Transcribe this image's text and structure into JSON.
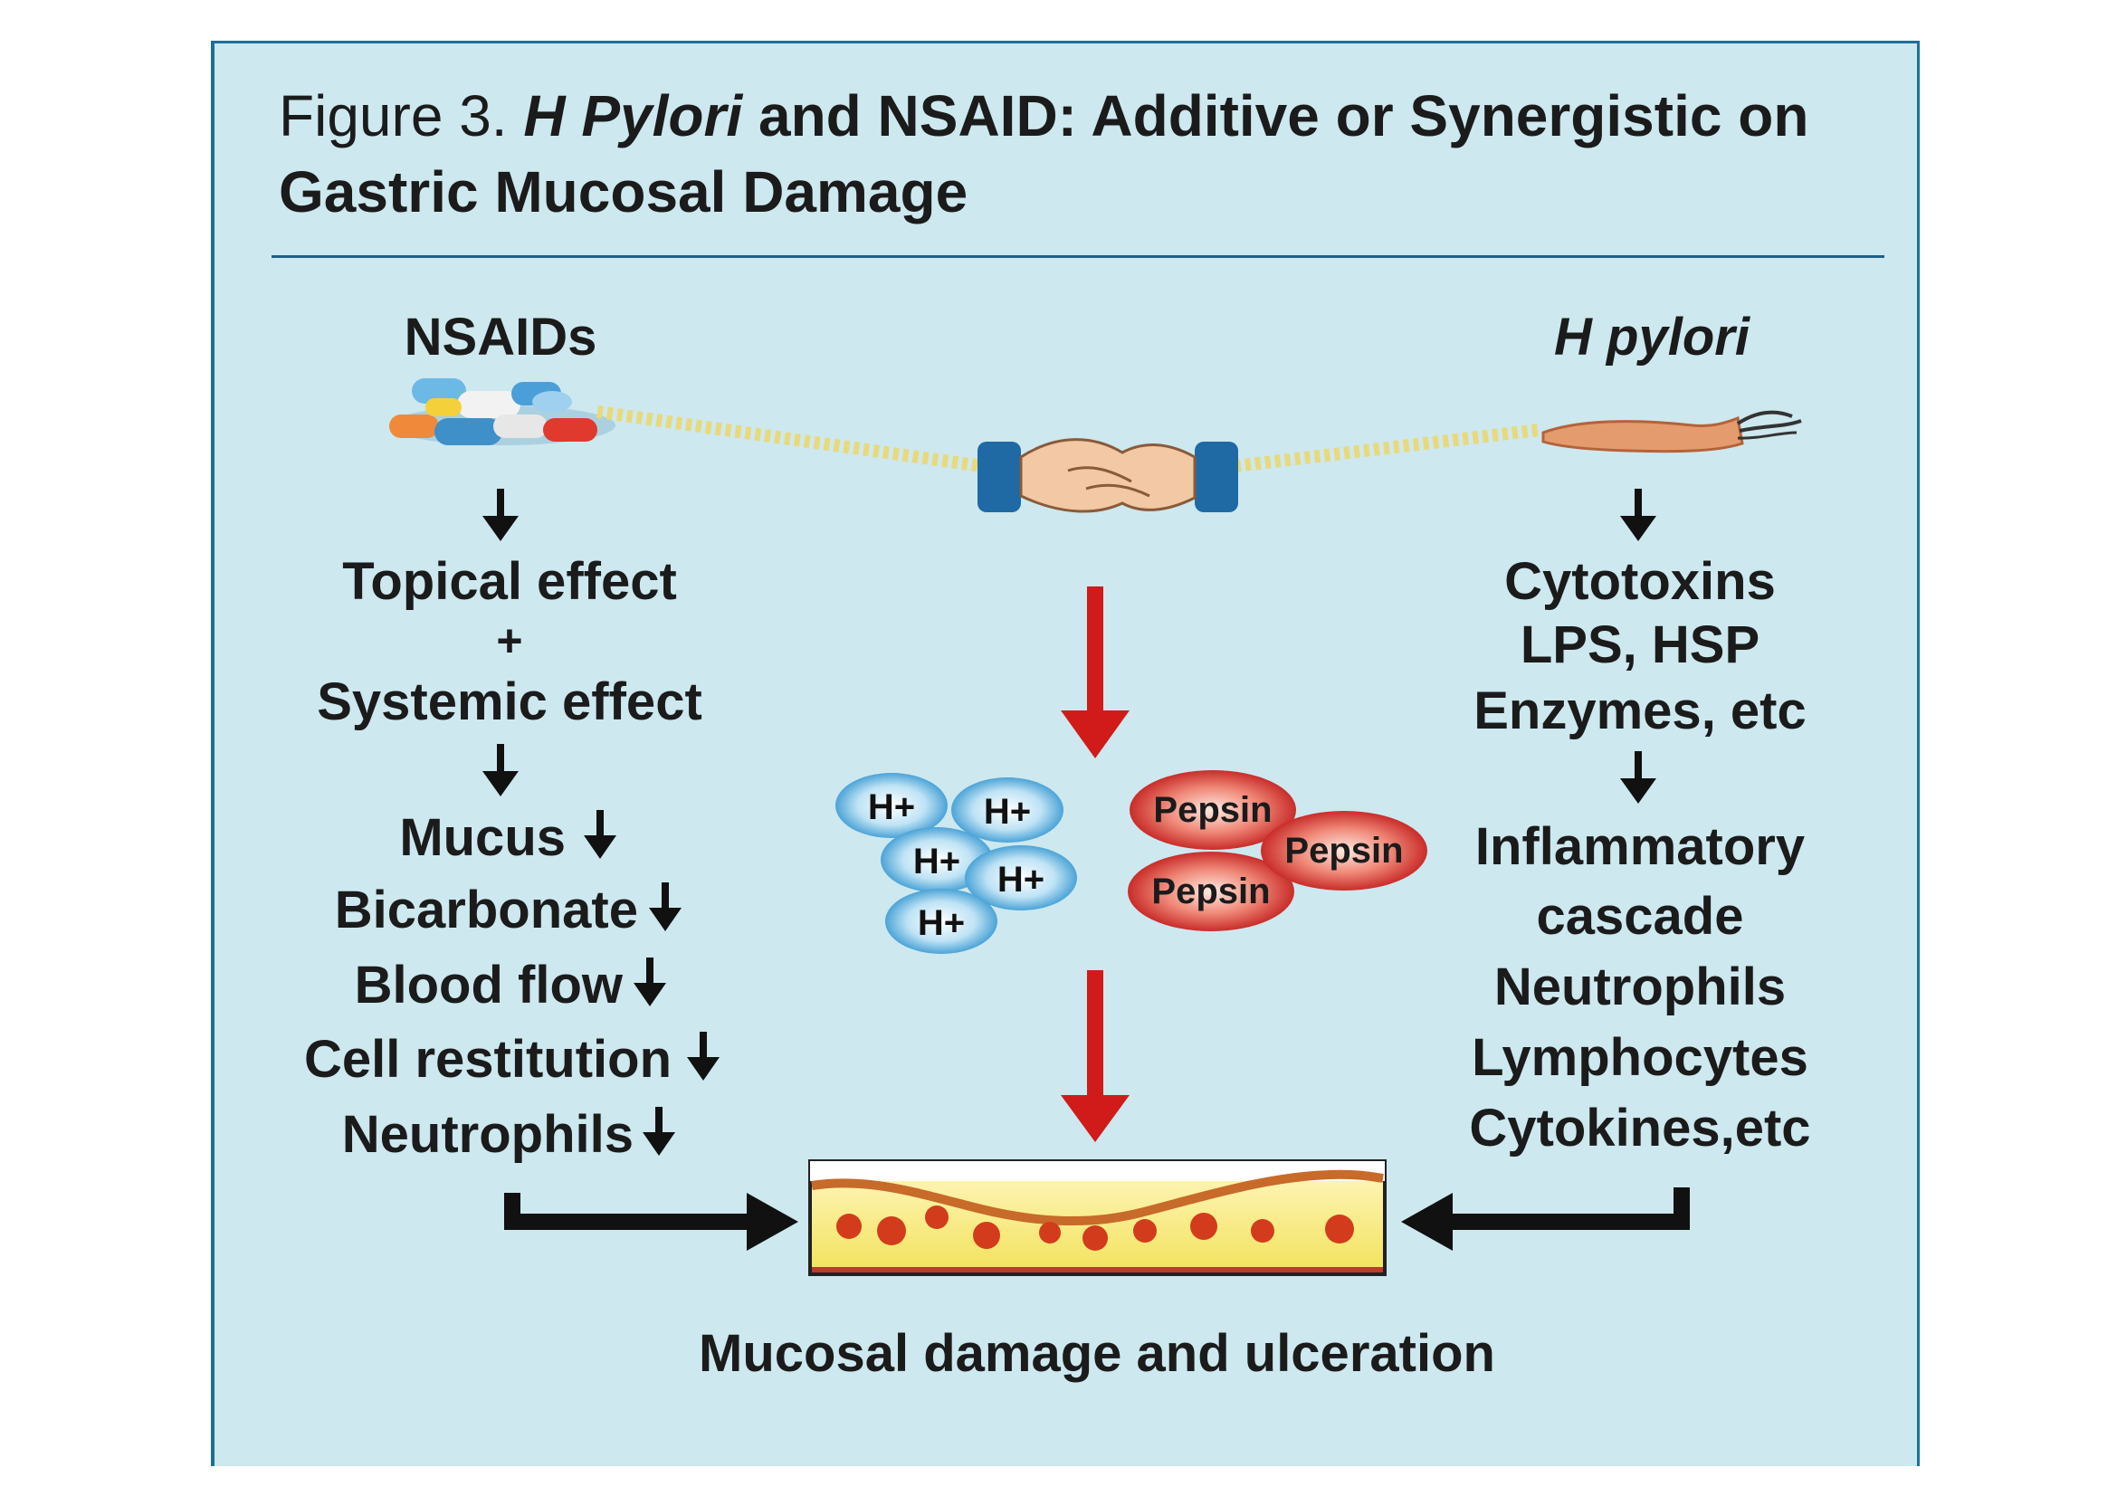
{
  "title": {
    "prefix": "Figure 3.",
    "subject": "H Pylori",
    "rest": "and NSAID: Additive or Synergistic on",
    "line2": "Gastric Mucosal Damage"
  },
  "left": {
    "heading": "NSAIDs",
    "effects": [
      "Topical effect",
      "+",
      "Systemic effect"
    ],
    "decreases": [
      "Mucus",
      "Bicarbonate",
      "Blood flow",
      "Cell restitution",
      "Neutrophils"
    ]
  },
  "right": {
    "heading": "H pylori",
    "factors": [
      "Cytotoxins",
      "LPS, HSP",
      "Enzymes, etc"
    ],
    "responses": [
      "Inflammatory",
      "cascade",
      "Neutrophils",
      "Lymphocytes",
      "Cytokines,etc"
    ]
  },
  "center": {
    "ions": [
      "H+",
      "H+",
      "H+",
      "H+",
      "H+"
    ],
    "pepsin": [
      "Pepsin",
      "Pepsin",
      "Pepsin"
    ],
    "outcome": "Mucosal damage and ulceration"
  },
  "colors": {
    "panel_bg": "#cde8ef",
    "border": "#1f6f97",
    "red_arrow": "#d11a1a",
    "ion_blue": "#3aa0d8",
    "pepsin_red": "#c81e1e",
    "mucosa_yellow": "#f6e86a"
  },
  "icons": [
    "pill-cluster-icon",
    "handshake-icon",
    "bacterium-icon"
  ]
}
